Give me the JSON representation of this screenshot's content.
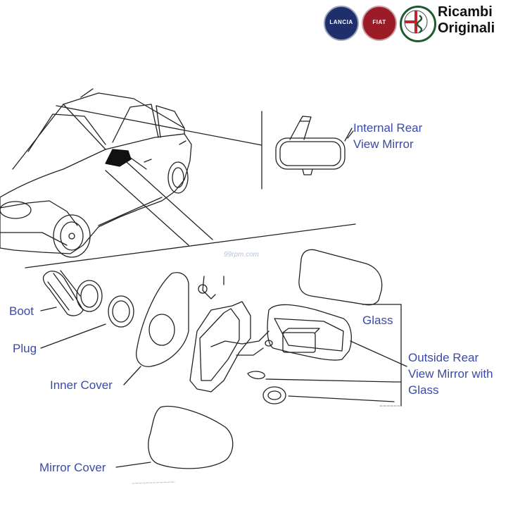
{
  "brand": {
    "line1": "Ricambi",
    "line2": "Originali"
  },
  "logos": [
    {
      "icon": "lancia-logo",
      "text": "LANCIA",
      "color": "#1e2f6b"
    },
    {
      "icon": "fiat-logo",
      "text": "FIAT",
      "color": "#9b1b26"
    },
    {
      "icon": "alfa-romeo-logo",
      "text": "",
      "color": "#1f5a2e"
    }
  ],
  "watermark": "99rpm.com",
  "labels": {
    "internal_mirror": "Internal Rear\nView Mirror",
    "boot": "Boot",
    "plug": "Plug",
    "inner_cover": "Inner Cover",
    "glass": "Glass",
    "outside_mirror": "Outside Rear\nView Mirror with\nGlass",
    "mirror_cover": "Mirror Cover"
  },
  "colors": {
    "label_text": "#3b4aa6",
    "line_art": "#222222"
  }
}
